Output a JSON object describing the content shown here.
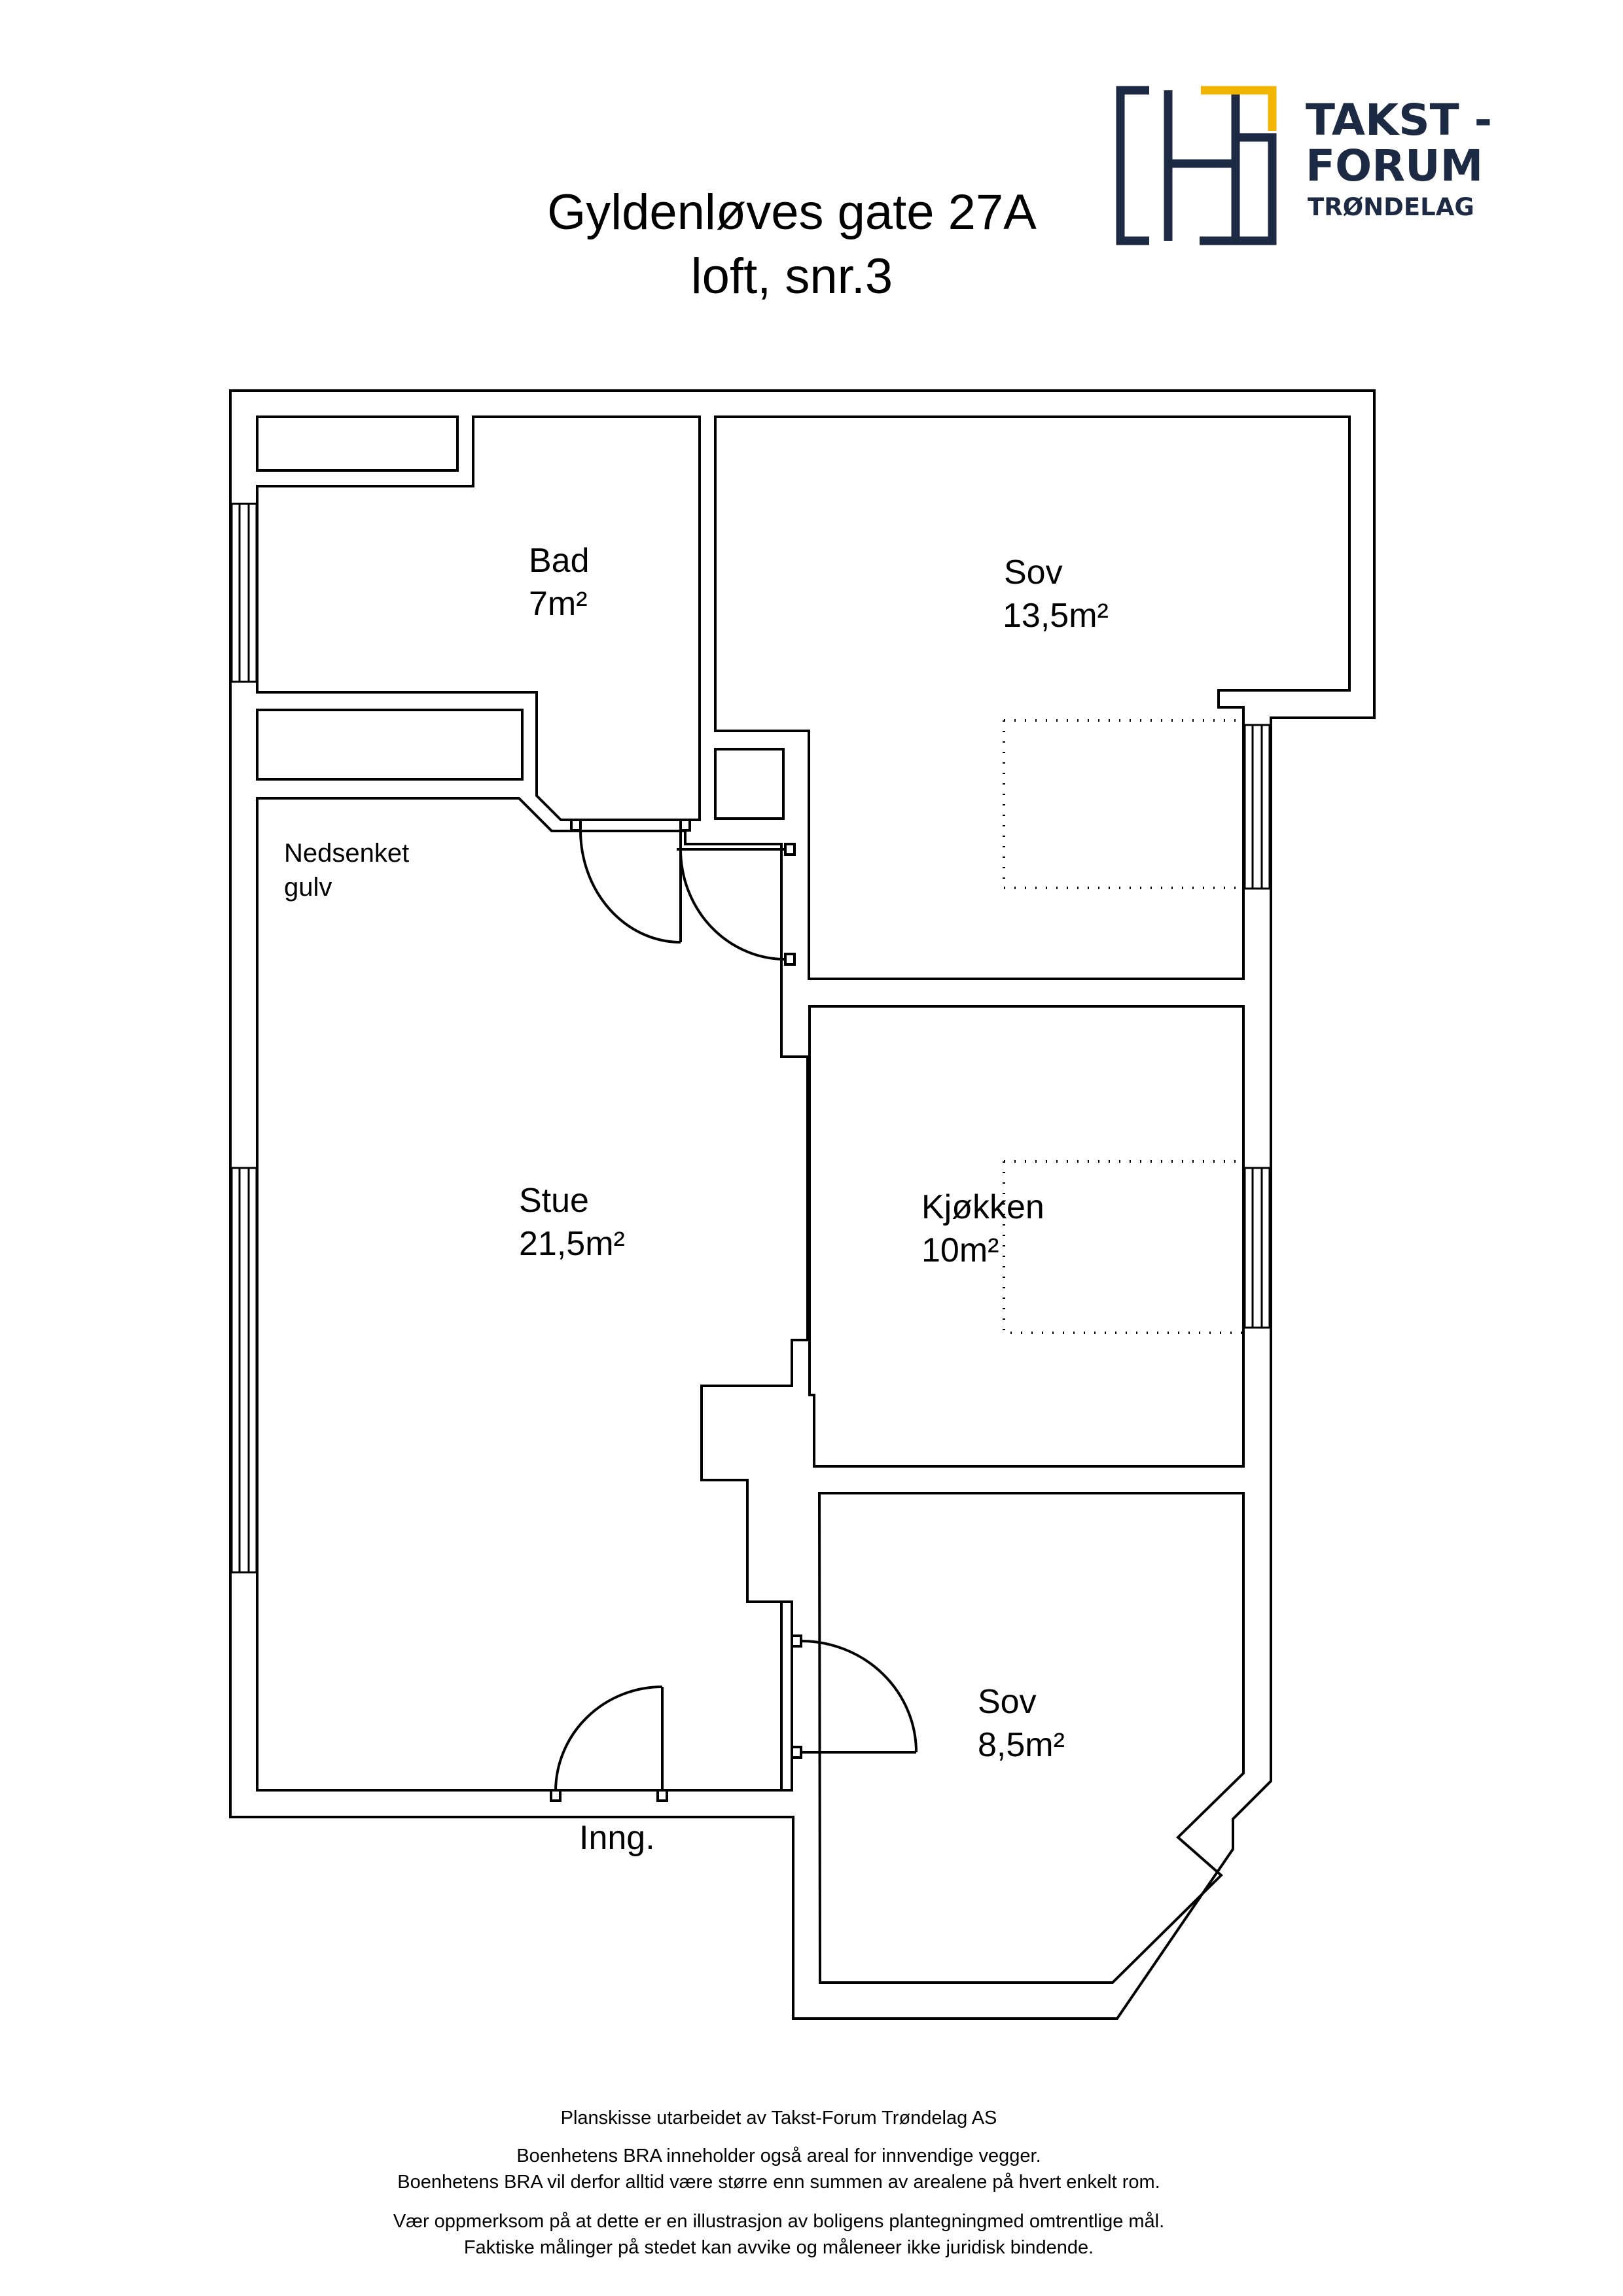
{
  "header": {
    "address": "Gyldenløves gate 27A",
    "unit": "loft, snr.3"
  },
  "logo": {
    "line1": "TAKST -",
    "line2": "FORUM",
    "line3": "TRØNDELAG",
    "colors": {
      "navy": "#1d2a44",
      "gold": "#f2b600"
    }
  },
  "rooms": {
    "bad": {
      "name": "Bad",
      "area": "7m²"
    },
    "sov_top": {
      "name": "Sov",
      "area": "13,5m²"
    },
    "stue": {
      "name": "Stue",
      "area": "21,5m²"
    },
    "kjokken": {
      "name": "Kjøkken",
      "area": "10m²"
    },
    "sov_bottom": {
      "name": "Sov",
      "area": "8,5m²"
    }
  },
  "labels": {
    "nedsenket_line1": "Nedsenket",
    "nedsenket_line2": "gulv",
    "entrance": "Inng."
  },
  "footer": {
    "line1": "Planskisse utarbeidet av Takst-Forum Trøndelag AS",
    "line2": "Boenhetens BRA inneholder også areal for innvendige vegger.",
    "line3": "Boenhetens BRA vil derfor alltid være større enn summen av arealene på hvert enkelt rom.",
    "line4": "Vær oppmerksom på at dette er en illustrasjon av boligens plantegningmed omtrentlige mål.",
    "line5": "Faktiske målinger på stedet kan avvike og måleneer ikke juridisk bindende."
  }
}
